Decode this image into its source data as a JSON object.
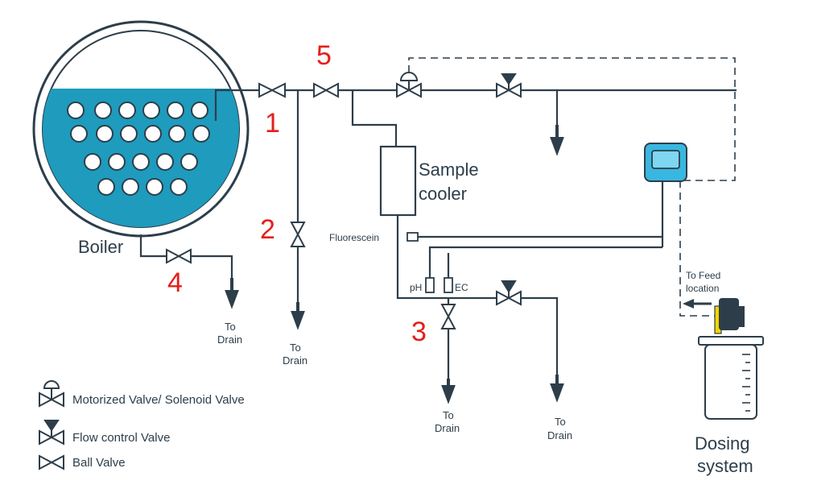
{
  "labels": {
    "boiler": "Boiler",
    "sample_cooler_line1": "Sample",
    "sample_cooler_line2": "cooler",
    "fluorescein": "Fluorescein",
    "ph": "pH",
    "ec": "EC",
    "to_feed_line1": "To Feed",
    "to_feed_line2": "location",
    "dosing_line1": "Dosing",
    "dosing_line2": "system"
  },
  "drains": [
    {
      "line1": "To",
      "line2": "Drain"
    },
    {
      "line1": "To",
      "line2": "Drain"
    },
    {
      "line1": "To",
      "line2": "Drain"
    },
    {
      "line1": "To",
      "line2": "Drain"
    }
  ],
  "valve_numbers": [
    "1",
    "2",
    "3",
    "4",
    "5"
  ],
  "legend": {
    "motorized": "Motorized Valve/ Solenoid Valve",
    "flow_control": "Flow control Valve",
    "ball": "Ball Valve"
  },
  "colors": {
    "pipe": "#2d3e4a",
    "water": "#1e9bbd",
    "controller": "#39b7e0",
    "numbers": "#e3201b",
    "pump_yellow": "#f2d600"
  }
}
